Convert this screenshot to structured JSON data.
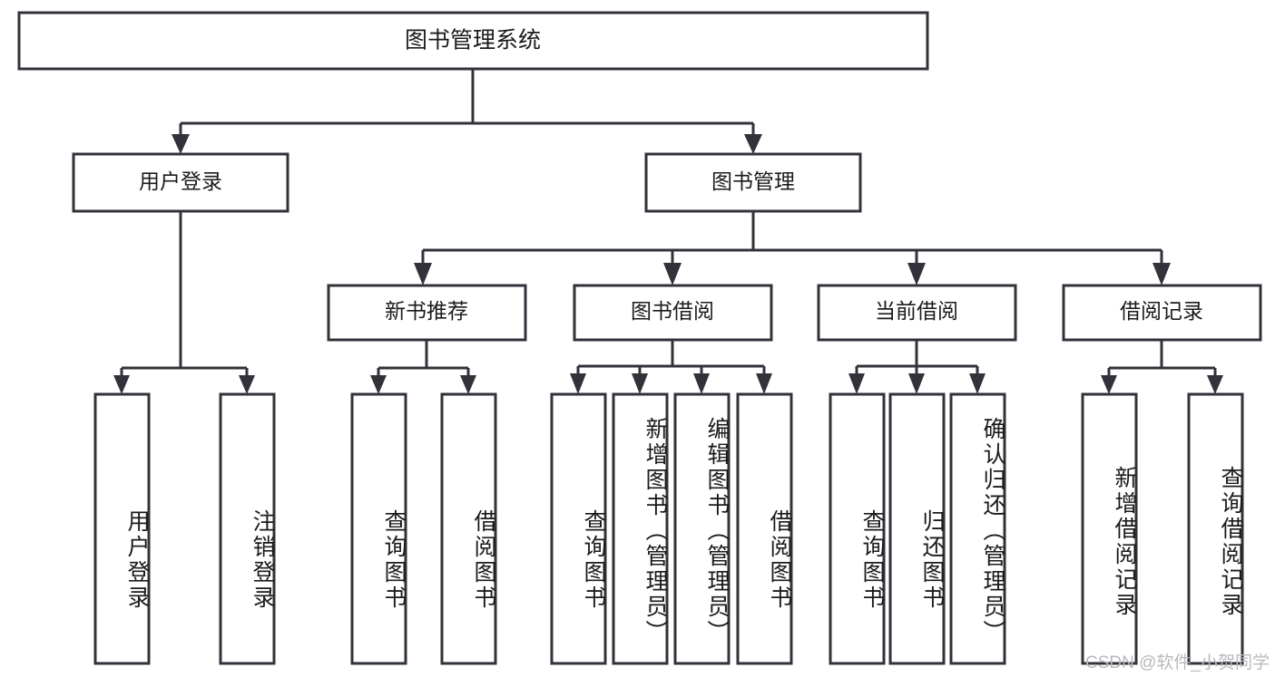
{
  "diagram": {
    "title": "图书管理系统",
    "type": "tree-hierarchy",
    "watermark": "CSDN @软件_小贺同学",
    "colors": {
      "stroke": "#32323a",
      "fill": "#ffffff",
      "text": "#1b1b1b",
      "watermark": "#b9b9bd"
    },
    "root": {
      "label": "图书管理系统"
    },
    "level2": [
      {
        "label": "用户登录"
      },
      {
        "label": "图书管理"
      }
    ],
    "level3": [
      {
        "label": "新书推荐"
      },
      {
        "label": "图书借阅"
      },
      {
        "label": "当前借阅"
      },
      {
        "label": "借阅记录"
      }
    ],
    "leaves_user_login": [
      {
        "label": "用户登录"
      },
      {
        "label": "注销登录"
      }
    ],
    "leaves_new_book": [
      {
        "label": "查询图书"
      },
      {
        "label": "借阅图书"
      }
    ],
    "leaves_borrow": [
      {
        "label": "查询图书"
      },
      {
        "label": "新增图书（管理员）"
      },
      {
        "label": "编辑图书（管理员）"
      },
      {
        "label": "借阅图书"
      }
    ],
    "leaves_current": [
      {
        "label": "查询图书"
      },
      {
        "label": "归还图书"
      },
      {
        "label": "确认归还（管理员）"
      }
    ],
    "leaves_record": [
      {
        "label": "新增借阅记录"
      },
      {
        "label": "查询借阅记录"
      }
    ]
  }
}
